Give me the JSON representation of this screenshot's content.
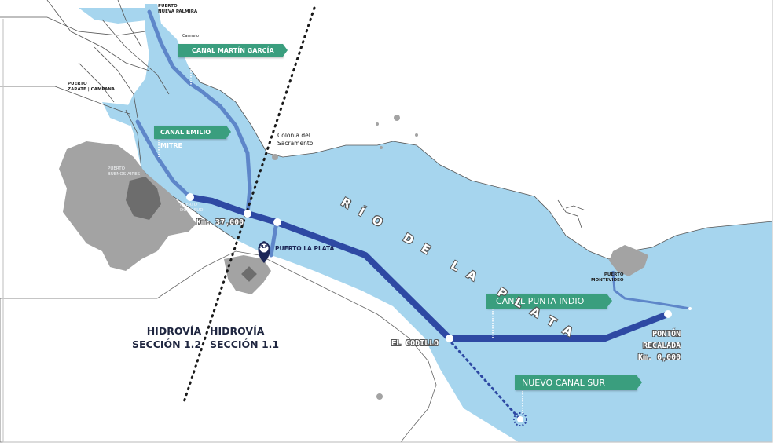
{
  "colors": {
    "water": "#a6d5ee",
    "land": "#ffffff",
    "urban": "#a3a3a3",
    "urban_core": "#6d6d6d",
    "main_channel": "#2e49a3",
    "secondary_channel": "#5e86c9",
    "canal_tag": "#3a9e7e",
    "section_text": "#1f2640",
    "border": "#c8c8c8"
  },
  "river": {
    "name": "RÍO DE LA PLATA"
  },
  "ports": {
    "nueva_palmira": "PUERTO\nNUEVA PALMIRA",
    "nueva_palmira_l1": "PUERTO",
    "nueva_palmira_l2": "NUEVA PALMIRA",
    "zarate_l1": "PUERTO",
    "zarate_l2": "ZARATE | CAMPANA",
    "buenos_aires_l1": "PUERTO",
    "buenos_aires_l2": "BUENOS AIRES",
    "dock_sud_l1": "PUERTO",
    "dock_sud_l2": "DOCK SUD",
    "montevideo_l1": "PUERTO",
    "montevideo_l2": "MONTEVIDEO",
    "la_plata": "PUERTO LA PLATA"
  },
  "places": {
    "carmelo": "Carmelo",
    "colonia_l1": "Colonia del",
    "colonia_l2": "Sacramento"
  },
  "canals": {
    "martin_garcia": "CANAL MARTÍN GARCÍA",
    "emilio_mitre": "CANAL EMILIO MITRE",
    "punta_indio": "CANAL PUNTA INDIO",
    "nuevo_canal_sur": "NUEVO CANAL SUR"
  },
  "waypoints": {
    "km_37": "Km. 37,000",
    "el_codillo": "EL CODILLO",
    "ponton_l1": "PONTÓN",
    "ponton_l2": "RECALADA",
    "ponton_l3": "Km. 0,000"
  },
  "sections": {
    "s12_l1": "HIDROVÍA",
    "s12_l2": "SECCIÓN 1.2",
    "s11_l1": "HIDROVÍA",
    "s11_l2": "SECCIÓN 1.1"
  },
  "logo": {
    "text": "PLP"
  }
}
